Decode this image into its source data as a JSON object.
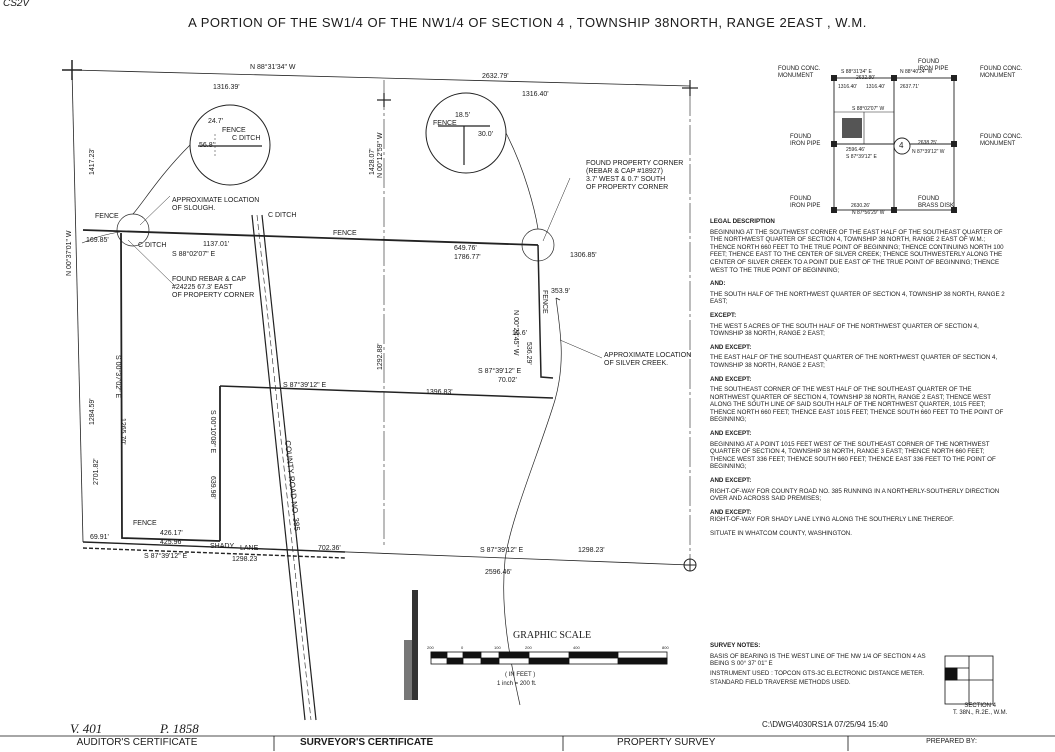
{
  "corner_label": "CS2V",
  "title": "A PORTION OF THE SW1/4 OF THE NW1/4 OF SECTION 4 , TOWNSHIP 38NORTH, RANGE 2EAST , W.M.",
  "plat": {
    "north_bearing": "N 88°31'34\" W",
    "north_dist_total": "2632.79'",
    "north_dist_left": "1316.39'",
    "north_dist_right": "1316.40'",
    "west_dist_top": "1417.23'",
    "west_bearing": "N 00°37'01\" W",
    "west_dist_mid": "1284.59'",
    "west_dist_bottom": "2701.82'",
    "center_dist_top": "1428.07'",
    "center_bearing": "N 00°12'59\" W",
    "center_dist_bottom": "1292.88'",
    "detail1_dist_a": "24.7'",
    "detail1_fence": "FENCE",
    "detail1_ditch": "C DITCH",
    "detail1_dist_b": "56.8'",
    "detail2_dist_a": "18.5'",
    "detail2_fence": "FENCE",
    "detail2_dist_b": "30.0'",
    "slough_note": "APPROXIMATE LOCATION\nOF SLOUGH.",
    "fence_left": "FENCE",
    "ditch_label": "C DITCH",
    "ditch_top": "C DITCH",
    "fence_mid": "FENCE",
    "dist_169": "169.85'",
    "dist_1137": "1137.01'",
    "bearing_s88": "S 88°02'07\" E",
    "rebar_note": "FOUND REBAR & CAP\n#24225 67.3' EAST\nOF PROPERTY CORNER",
    "dist_649": "649.76'",
    "dist_1786": "1786.77'",
    "dist_1306": "1306.85'",
    "found_prop_corner": "FOUND PROPERTY CORNER\n(REBAR & CAP #18927)\n3.7' WEST & 0.7' SOUTH\nOF PROPERTY CORNER",
    "bearing_n00_24": "N 00°24'45\" W",
    "dist_353": "353.9'",
    "dist_156": "15.6'",
    "dist_53629": "536.29'",
    "fence_vert": "FENCE",
    "bearing_s87_a": "S 87°39'12\" E",
    "dist_7002": "70.02'",
    "silver_creek_note": "APPROXIMATE LOCATION\nOF SILVER CREEK.",
    "bearing_s87_b": "S 87°39'12\" E",
    "dist_1396": "1396.83'",
    "bearing_s00_37": "S 00°37'02\" E",
    "dist_1265": "1265.70'",
    "county_road": "COUNTY ROAD NO. 385",
    "bearing_s00_10": "S 00°10'08\" E",
    "dist_639": "639.98'",
    "fence_low": "FENCE",
    "dist_6991": "69.91'",
    "dist_42617": "426.17'",
    "dist_42596": "425.96'",
    "shady": "SHADY",
    "lane": "LANE",
    "dist_70236": "702.36'",
    "bearing_s87_c": "S 87°39'12\" E",
    "dist_129823_left": "1298.23",
    "bearing_s87_d": "S 87°39'12\" E",
    "dist_129823_right": "1298.23'",
    "dist_259646": "2596.46'"
  },
  "key_map": {
    "found_conc_mon_left": "FOUND CONC.\nMONUMENT",
    "found_iron_pipe_top": "FOUND\nIRON PIPE",
    "found_conc_mon_right": "FOUND CONC.\nMONUMENT",
    "found_iron_pipe_left": "FOUND\nIRON PIPE",
    "found_conc_mon_right2": "FOUND CONC.\nMONUMENT",
    "found_iron_pipe_bottom": "FOUND\nIRON PIPE",
    "found_brass_disk": "FOUND\nBRASS DISK",
    "b1": "S 88°31'34\" E",
    "b2": "N 88°40'24\" W",
    "b3": "2632.80'",
    "b4": "2637.71'",
    "b5": "1316.40'",
    "b6": "1316.40'",
    "b7": "S 88°02'07\" W",
    "b8": "2596.46'",
    "b9": "2638.25'",
    "b10": "S 87°39'12\" E",
    "b11": "N 87°39'12\" W",
    "b12": "2630.26'",
    "b13": "N 87°56'29\" W",
    "section_no": "4"
  },
  "legal": {
    "heading": "LEGAL DESCRIPTION",
    "p1": "BEGINNING AT THE SOUTHWEST CORNER OF THE EAST HALF OF THE SOUTHEAST QUARTER OF THE NORTHWEST QUARTER OF SECTION 4, TOWNSHIP 38 NORTH, RANGE 2 EAST OF W.M.; THENCE NORTH 660 FEET TO THE TRUE POINT OF BEGINNING; THENCE CONTINUING NORTH 100 FEET; THENCE EAST TO THE CENTER OF SILVER CREEK; THENCE SOUTHWESTERLY ALONG THE CENTER OF SILVER CREEK TO A POINT DUE EAST OF THE TRUE POINT OF BEGINNING; THENCE WEST TO THE TRUE POINT OF BEGINNING;",
    "and": "AND:",
    "p2": "THE SOUTH HALF OF THE NORTHWEST QUARTER OF SECTION 4, TOWNSHIP 38 NORTH, RANGE 2 EAST;",
    "except": "EXCEPT:",
    "p3": "THE WEST 5 ACRES OF THE SOUTH HALF OF THE NORTHWEST QUARTER OF SECTION 4, TOWNSHIP 38 NORTH, RANGE 2 EAST;",
    "and_except1": "AND EXCEPT:",
    "p4": "THE EAST HALF OF THE SOUTHEAST QUARTER OF THE NORTHWEST QUARTER OF SECTION 4, TOWNSHIP 38 NORTH, RANGE 2 EAST;",
    "and_except2": "AND EXCEPT:",
    "p5": "THE SOUTHEAST CORNER OF THE WEST HALF OF THE SOUTHEAST QUARTER OF THE NORTHWEST QUARTER OF SECTION 4, TOWNSHIP 38 NORTH, RANGE 2 EAST; THENCE WEST ALONG THE SOUTH LINE OF SAID SOUTH HALF OF THE NORTHWEST QUARTER, 1015 FEET; THENCE NORTH 660 FEET; THENCE EAST 1015 FEET; THENCE SOUTH 660 FEET TO THE POINT OF BEGINNING;",
    "and_except3": "AND EXCEPT:",
    "p6": "BEGINNING AT A POINT 1015 FEET WEST OF THE SOUTHEAST CORNER OF THE NORTHWEST QUARTER OF SECTION 4, TOWNSHIP 38 NORTH, RANGE 3 EAST; THENCE NORTH 660 FEET; THENCE WEST 336 FEET; THENCE SOUTH 660 FEET; THENCE EAST 336 FEET TO THE POINT OF BEGINNING;",
    "and_except4": "AND EXCEPT:",
    "p7": "RIGHT-OF-WAY FOR COUNTY ROAD NO. 385 RUNNING IN A NORTHERLY-SOUTHERLY DIRECTION OVER AND ACROSS SAID PREMISES;",
    "and_except5": "AND EXCEPT:",
    "p8": "RIGHT-OF-WAY FOR SHADY LANE LYING ALONG THE SOUTHERLY LINE THEREOF.",
    "p9": "SITUATE IN WHATCOM COUNTY, WASHINGTON."
  },
  "survey_notes": {
    "heading": "SURVEY NOTES:",
    "n1": "BASIS OF BEARING IS THE WEST LINE OF THE NW 1/4 OF SECTION 4 AS BEING S 00° 37' 01\" E",
    "n2": "INSTRUMENT USED : TOPCON GTS-3C ELECTRONIC DISTANCE METER.",
    "n3": "STANDARD FIELD TRAVERSE METHODS USED."
  },
  "graphic_scale": {
    "title": "GRAPHIC SCALE",
    "ticks": [
      "200",
      "0",
      "100",
      "200",
      "400",
      "800"
    ],
    "in_feet": "( IN FEET )",
    "ratio": "1 inch = 200 ft."
  },
  "section_key": {
    "label": "SECTION 4\nT. 38N., R.2E., W.M."
  },
  "handwritten": {
    "vol": "V. 401",
    "page": "P. 1858"
  },
  "file_stamp": "C:\\DWG\\4030RS1A   07/25/94   15:40",
  "footer": {
    "auditor": "AUDITOR'S CERTIFICATE",
    "surveyor": "SURVEYOR'S CERTIFICATE",
    "property": "PROPERTY SURVEY",
    "prepared": "PREPARED BY:"
  }
}
